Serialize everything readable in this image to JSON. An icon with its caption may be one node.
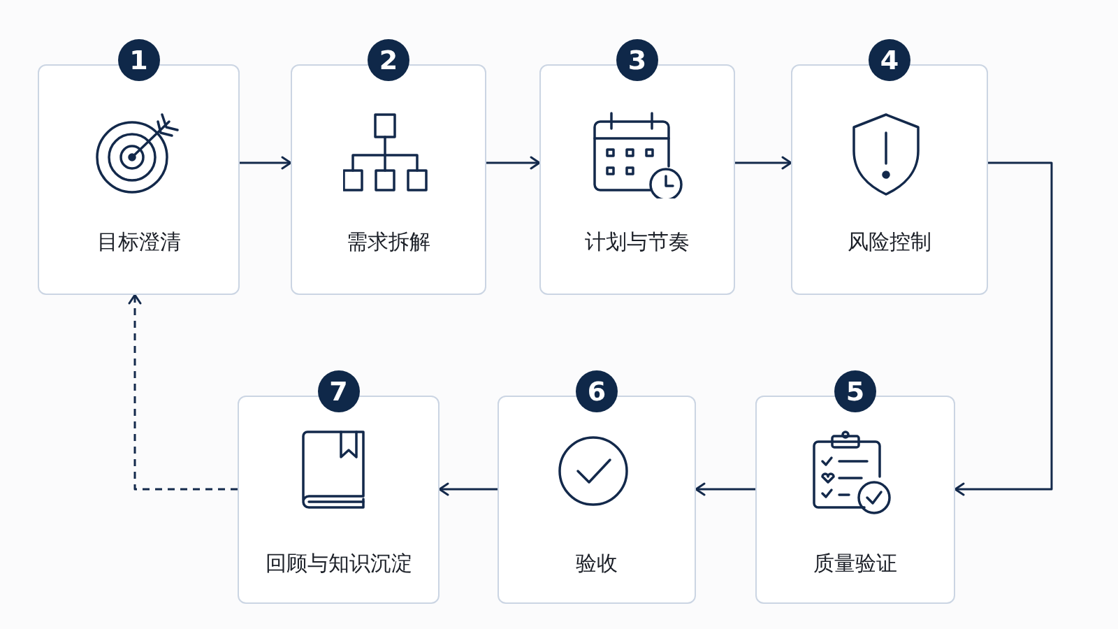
{
  "diagram": {
    "nodes": [
      {
        "text": [
          "1",
          "目标澄清"
        ]
      },
      {
        "text": [
          "2",
          "需求拆解"
        ]
      },
      {
        "text": [
          "3",
          "计划与节奏"
        ]
      },
      {
        "text": [
          "4",
          "风险控制"
        ]
      },
      {
        "text": [
          "5",
          "质量验证"
        ]
      },
      {
        "text": [
          "6",
          "验收"
        ]
      },
      {
        "text": [
          "7",
          "回顾与知识沉淀"
        ]
      }
    ],
    "edges": [
      {
        "from": 0,
        "to": 1,
        "arrow": "to"
      },
      {
        "from": 1,
        "to": 2,
        "arrow": "to"
      },
      {
        "from": 2,
        "to": 3,
        "arrow": "to"
      },
      {
        "from": 3,
        "to": 4,
        "arrow": "to"
      },
      {
        "from": 4,
        "to": 5,
        "arrow": "to"
      },
      {
        "from": 5,
        "to": 6,
        "arrow": "to"
      },
      {
        "from": 6,
        "to": 0,
        "arrow": "to",
        "style": "dashed"
      }
    ]
  }
}
